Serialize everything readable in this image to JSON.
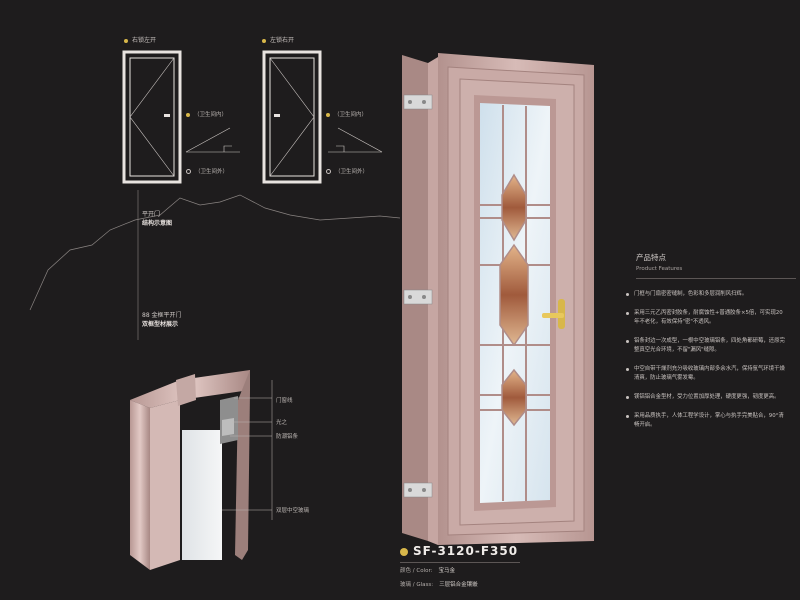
{
  "diagrams": {
    "right_lock_left_open": "右锁左开",
    "left_lock_right_open": "左锁右开",
    "bathroom_inside": "卫生间内",
    "bathroom_outside": "卫生间外"
  },
  "sections": {
    "hinged_door": "平开门",
    "structure_shape": "结构示意图",
    "alloy_88": "88 金框平开门",
    "double_layer_section": "双框型材展示"
  },
  "callouts": {
    "door_frame_line": "门窗线",
    "light_guide": "光之",
    "anti_collision_strip": "防潮铝条",
    "double_hollow_glass": "双层中空玻璃"
  },
  "features": {
    "title": "产品特点",
    "subtitle": "Product Features",
    "items": [
      "门框与门扇密密缝制，色彩和多层润削风扫辉。",
      "采用三元乙丙密封胶条，耐腐蚀性+普通胶条×5倍，可实现20年不老化，有效保持\"密\"不透风。",
      "铝条封边一次成型，一根中空玻璃铝条，四处角都研莓，还原完整真空光合环境，不留\"漏风\"缝隙。",
      "中空自带干燥剂充分吸收玻璃内部多余水汽，保持氩气环境干燥清爽，防止玻璃气雾发霉。",
      "镁铝铝合金型材，受力位置加厚处理，硬度更强，韧度更高。",
      "采用品质执手，人体工程学设计，掌心与执手完美贴合，90°清畅开启。"
    ]
  },
  "product": {
    "model": "SF-3120-F350",
    "color_label": "颜色 / Color:",
    "color_value": "宝马金",
    "glass_label": "玻璃 / Glass:",
    "glass_value": "三层铝合金镶嵌"
  },
  "colors": {
    "background": "#1e1c1d",
    "door_frame": "#c9aaa6",
    "accent": "#d8b74a"
  }
}
